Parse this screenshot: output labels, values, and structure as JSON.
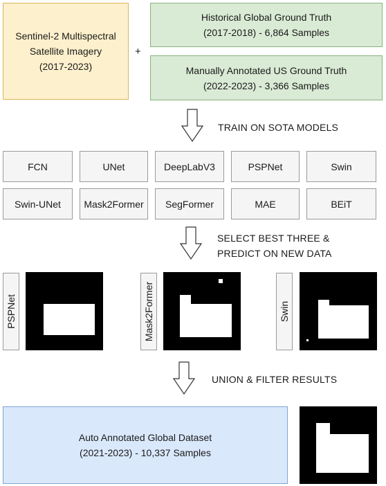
{
  "inputs": {
    "imagery": "Sentinel-2 Multispectral\nSatellite Imagery\n(2017-2023)",
    "plus": "+",
    "historical": "Historical Global Ground Truth\n(2017-2018) - 6,864 Samples",
    "manual": "Manually Annotated US Ground Truth\n(2022-2023) - 3,366 Samples"
  },
  "steps": {
    "train": "TRAIN ON SOTA MODELS",
    "select": "SELECT BEST THREE &\nPREDICT ON NEW DATA",
    "union": "UNION & FILTER RESULTS"
  },
  "models": [
    "FCN",
    "UNet",
    "DeepLabV3",
    "PSPNet",
    "Swin",
    "Swin-UNet",
    "Mask2Former",
    "SegFormer",
    "MAE",
    "BEiT"
  ],
  "predictions": [
    "PSPNet",
    "Mask2Former",
    "Swin"
  ],
  "output": {
    "dataset": "Auto Annotated Global Dataset\n(2021-2023) - 10,337 Samples"
  },
  "colors": {
    "input_fill": "#fdf0cc",
    "ground_truth_fill": "#d9ead5",
    "output_fill": "#dae8fc",
    "model_fill": "#f5f5f5",
    "mask_background": "#000000",
    "mask_foreground": "#ffffff"
  }
}
